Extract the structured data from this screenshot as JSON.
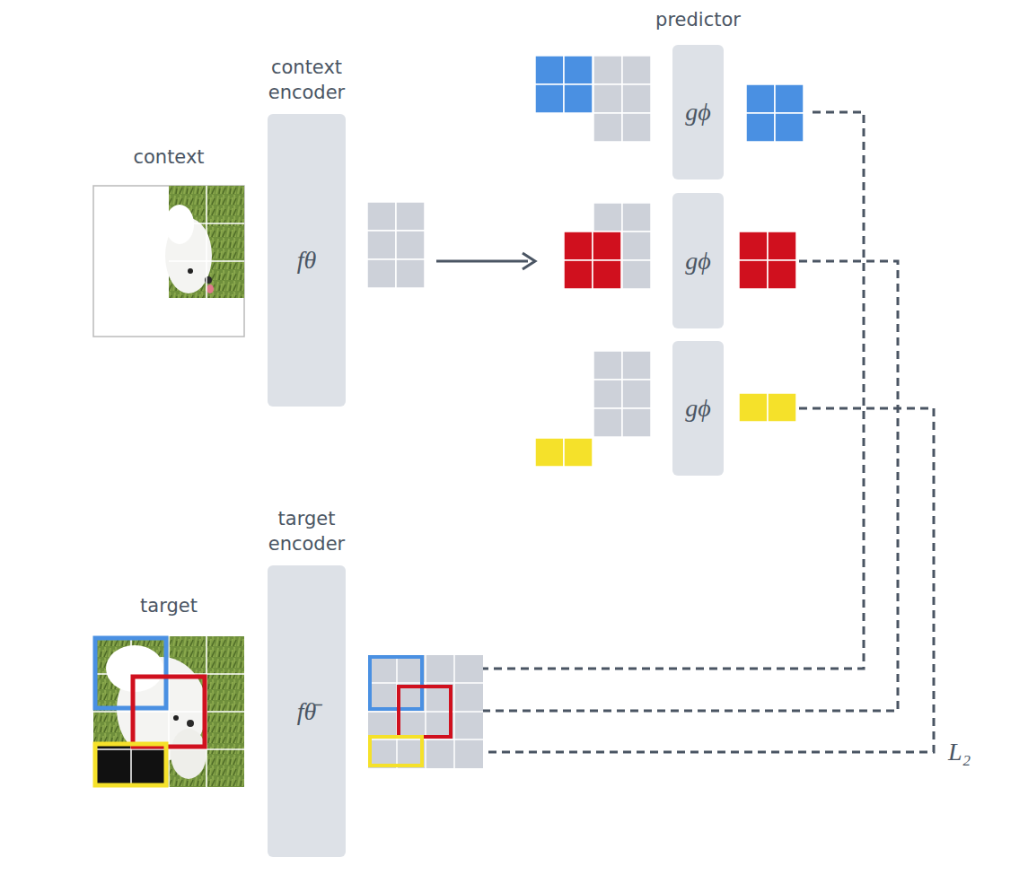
{
  "diagram": {
    "nodes": [
      {
        "text": [
          "context"
        ]
      },
      {
        "text": [
          "context encoder",
          "fθ"
        ]
      },
      {
        "text": [
          "predictor",
          "gϕ"
        ]
      },
      {
        "text": [
          "gϕ"
        ]
      },
      {
        "text": [
          "gϕ"
        ]
      },
      {
        "text": [
          "target"
        ]
      },
      {
        "text": [
          "target encoder",
          "fθ̄"
        ]
      }
    ],
    "labels": [
      "L₂"
    ]
  }
}
